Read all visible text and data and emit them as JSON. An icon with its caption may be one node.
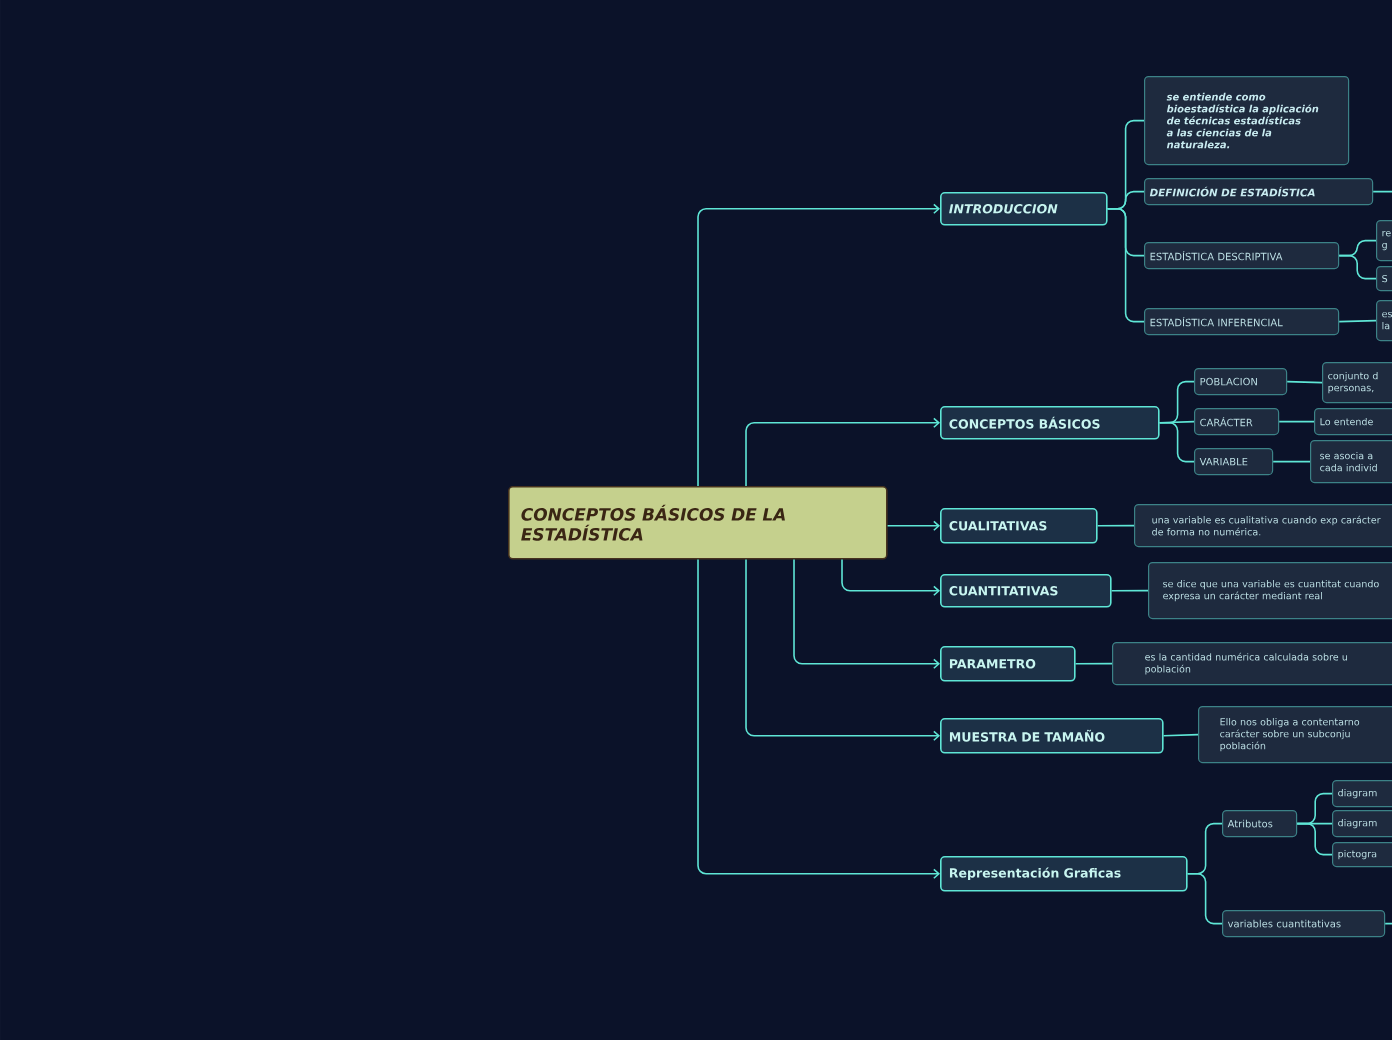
{
  "diagram": {
    "nodes": [
      {
        "text": [
          "CONCEPTOS BÁSICOS DE LA ESTADÍSTICA"
        ]
      },
      {
        "text": [
          "INTRODUCCION"
        ]
      },
      {
        "text": [
          "se entiende como bioestadística la aplicación de técnicas estadísticas a las ciencias de la naturaleza."
        ]
      },
      {
        "text": [
          "DEFINICIÓN DE ESTADÍSTICA"
        ]
      },
      {
        "text": [
          "ESTADÍSTICA DESCRIPTIVA"
        ]
      },
      {
        "text": [
          "re g"
        ]
      },
      {
        "text": [
          "S"
        ]
      },
      {
        "text": [
          "ESTADÍSTICA INFERENCIAL"
        ]
      },
      {
        "text": [
          "es la"
        ]
      },
      {
        "text": [
          "CONCEPTOS BÁSICOS"
        ]
      },
      {
        "text": [
          "POBLACION"
        ]
      },
      {
        "text": [
          "conjunto d personas,"
        ]
      },
      {
        "text": [
          "CARÁCTER"
        ]
      },
      {
        "text": [
          "Lo entende"
        ]
      },
      {
        "text": [
          "VARIABLE"
        ]
      },
      {
        "text": [
          "se asocia a cada individ"
        ]
      },
      {
        "text": [
          "CUALITATIVAS"
        ]
      },
      {
        "text": [
          "una variable es cualitativa cuando exp carácter  de forma no numérica."
        ]
      },
      {
        "text": [
          "CUANTITATIVAS"
        ]
      },
      {
        "text": [
          "se dice que una variable es cuantitat cuando expresa un carácter mediant real"
        ]
      },
      {
        "text": [
          "PARAMETRO"
        ]
      },
      {
        "text": [
          "es la cantidad numérica calculada sobre u población"
        ]
      },
      {
        "text": [
          "MUESTRA DE TAMAÑO"
        ]
      },
      {
        "text": [
          "Ello nos obliga a contentarno carácter sobre un subconju población"
        ]
      },
      {
        "text": [
          "Representación  Graficas"
        ]
      },
      {
        "text": [
          "Atributos"
        ]
      },
      {
        "text": [
          "diagram"
        ]
      },
      {
        "text": [
          "diagram"
        ]
      },
      {
        "text": [
          "pictogra"
        ]
      },
      {
        "text": [
          "variables cuantitativas"
        ]
      }
    ],
    "edges": [
      {
        "from": 0,
        "to": 1,
        "arrow": "to"
      },
      {
        "from": 0,
        "to": 9,
        "arrow": "to"
      },
      {
        "from": 0,
        "to": 16,
        "arrow": "to"
      },
      {
        "from": 0,
        "to": 18,
        "arrow": "to"
      },
      {
        "from": 0,
        "to": 20,
        "arrow": "to"
      },
      {
        "from": 0,
        "to": 22,
        "arrow": "to"
      },
      {
        "from": 0,
        "to": 24,
        "arrow": "to"
      },
      {
        "from": 1,
        "to": 2,
        "arrow": "none"
      },
      {
        "from": 1,
        "to": 3,
        "arrow": "none"
      },
      {
        "from": 1,
        "to": 4,
        "arrow": "none"
      },
      {
        "from": 1,
        "to": 7,
        "arrow": "none"
      },
      {
        "from": 3,
        "to": null,
        "arrow": "none"
      },
      {
        "from": 4,
        "to": 5,
        "arrow": "none"
      },
      {
        "from": 4,
        "to": 6,
        "arrow": "none"
      },
      {
        "from": 7,
        "to": 8,
        "arrow": "none"
      },
      {
        "from": 9,
        "to": 10,
        "arrow": "none"
      },
      {
        "from": 9,
        "to": 12,
        "arrow": "none"
      },
      {
        "from": 9,
        "to": 14,
        "arrow": "none"
      },
      {
        "from": 10,
        "to": 11,
        "arrow": "none"
      },
      {
        "from": 12,
        "to": 13,
        "arrow": "none"
      },
      {
        "from": 14,
        "to": 15,
        "arrow": "none"
      },
      {
        "from": 16,
        "to": 17,
        "arrow": "none"
      },
      {
        "from": 18,
        "to": 19,
        "arrow": "none"
      },
      {
        "from": 20,
        "to": 21,
        "arrow": "none"
      },
      {
        "from": 22,
        "to": 23,
        "arrow": "none"
      },
      {
        "from": 24,
        "to": 25,
        "arrow": "none"
      },
      {
        "from": 24,
        "to": 29,
        "arrow": "none"
      },
      {
        "from": 25,
        "to": 26,
        "arrow": "none"
      },
      {
        "from": 25,
        "to": 27,
        "arrow": "none"
      },
      {
        "from": 25,
        "to": 28,
        "arrow": "none"
      },
      {
        "from": 29,
        "to": null,
        "arrow": "none"
      }
    ]
  }
}
